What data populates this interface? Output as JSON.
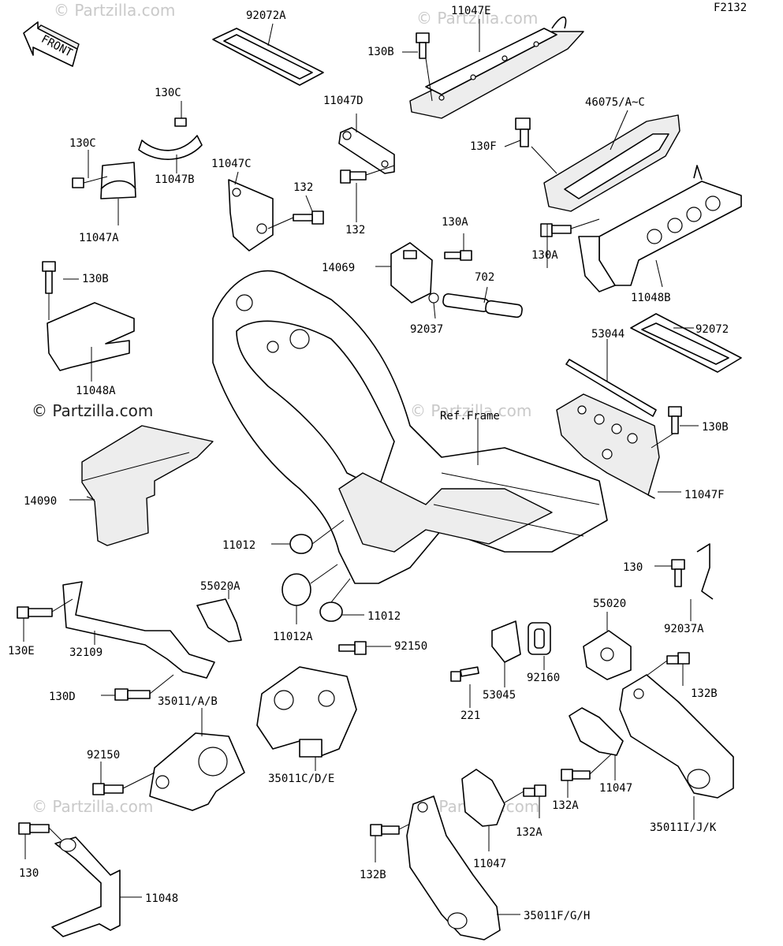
{
  "diagram_code": "F2132",
  "front_label": "FRONT",
  "watermarks": {
    "dark": "© Partzilla.com",
    "light": "© Partzilla.com"
  },
  "ref_frame": "Ref.Frame",
  "labels": {
    "p92072A": "92072A",
    "p11047E": "11047E",
    "p130B_top": "130B",
    "p130C_top": "130C",
    "p130C_left": "130C",
    "p11047B": "11047B",
    "p11047A": "11047A",
    "p11047D": "11047D",
    "p11047C": "11047C",
    "p132_a": "132",
    "p132_b": "132",
    "p46075": "46075/A~C",
    "p130F": "130F",
    "p130A_mid": "130A",
    "p14069": "14069",
    "p702": "702",
    "p92037": "92037",
    "p130A_right": "130A",
    "p11048B": "11048B",
    "p130B_left": "130B",
    "p11048A": "11048A",
    "p92072": "92072",
    "p53044": "53044",
    "p130B_right": "130B",
    "p11047F": "11047F",
    "p14090": "14090",
    "p11012_a": "11012",
    "p11012_b": "11012",
    "p11012A": "11012A",
    "p130_right": "130",
    "p92037A": "92037A",
    "p55020A": "55020A",
    "p55020": "55020",
    "p130E": "130E",
    "p32109": "32109",
    "p92150_mid": "92150",
    "p130D": "130D",
    "p35011AB": "35011/A/B",
    "p221": "221",
    "p53045": "53045",
    "p92160": "92160",
    "p132B_right": "132B",
    "p92150_left": "92150",
    "p35011CDE": "35011C/D/E",
    "p11047_right": "11047",
    "p132A_right": "132A",
    "p35011IJK": "35011I/J/K",
    "p132A_mid": "132A",
    "p130_left": "130",
    "p132B_mid": "132B",
    "p11047_mid": "11047",
    "p11048": "11048",
    "p35011FGH": "35011F/G/H"
  }
}
